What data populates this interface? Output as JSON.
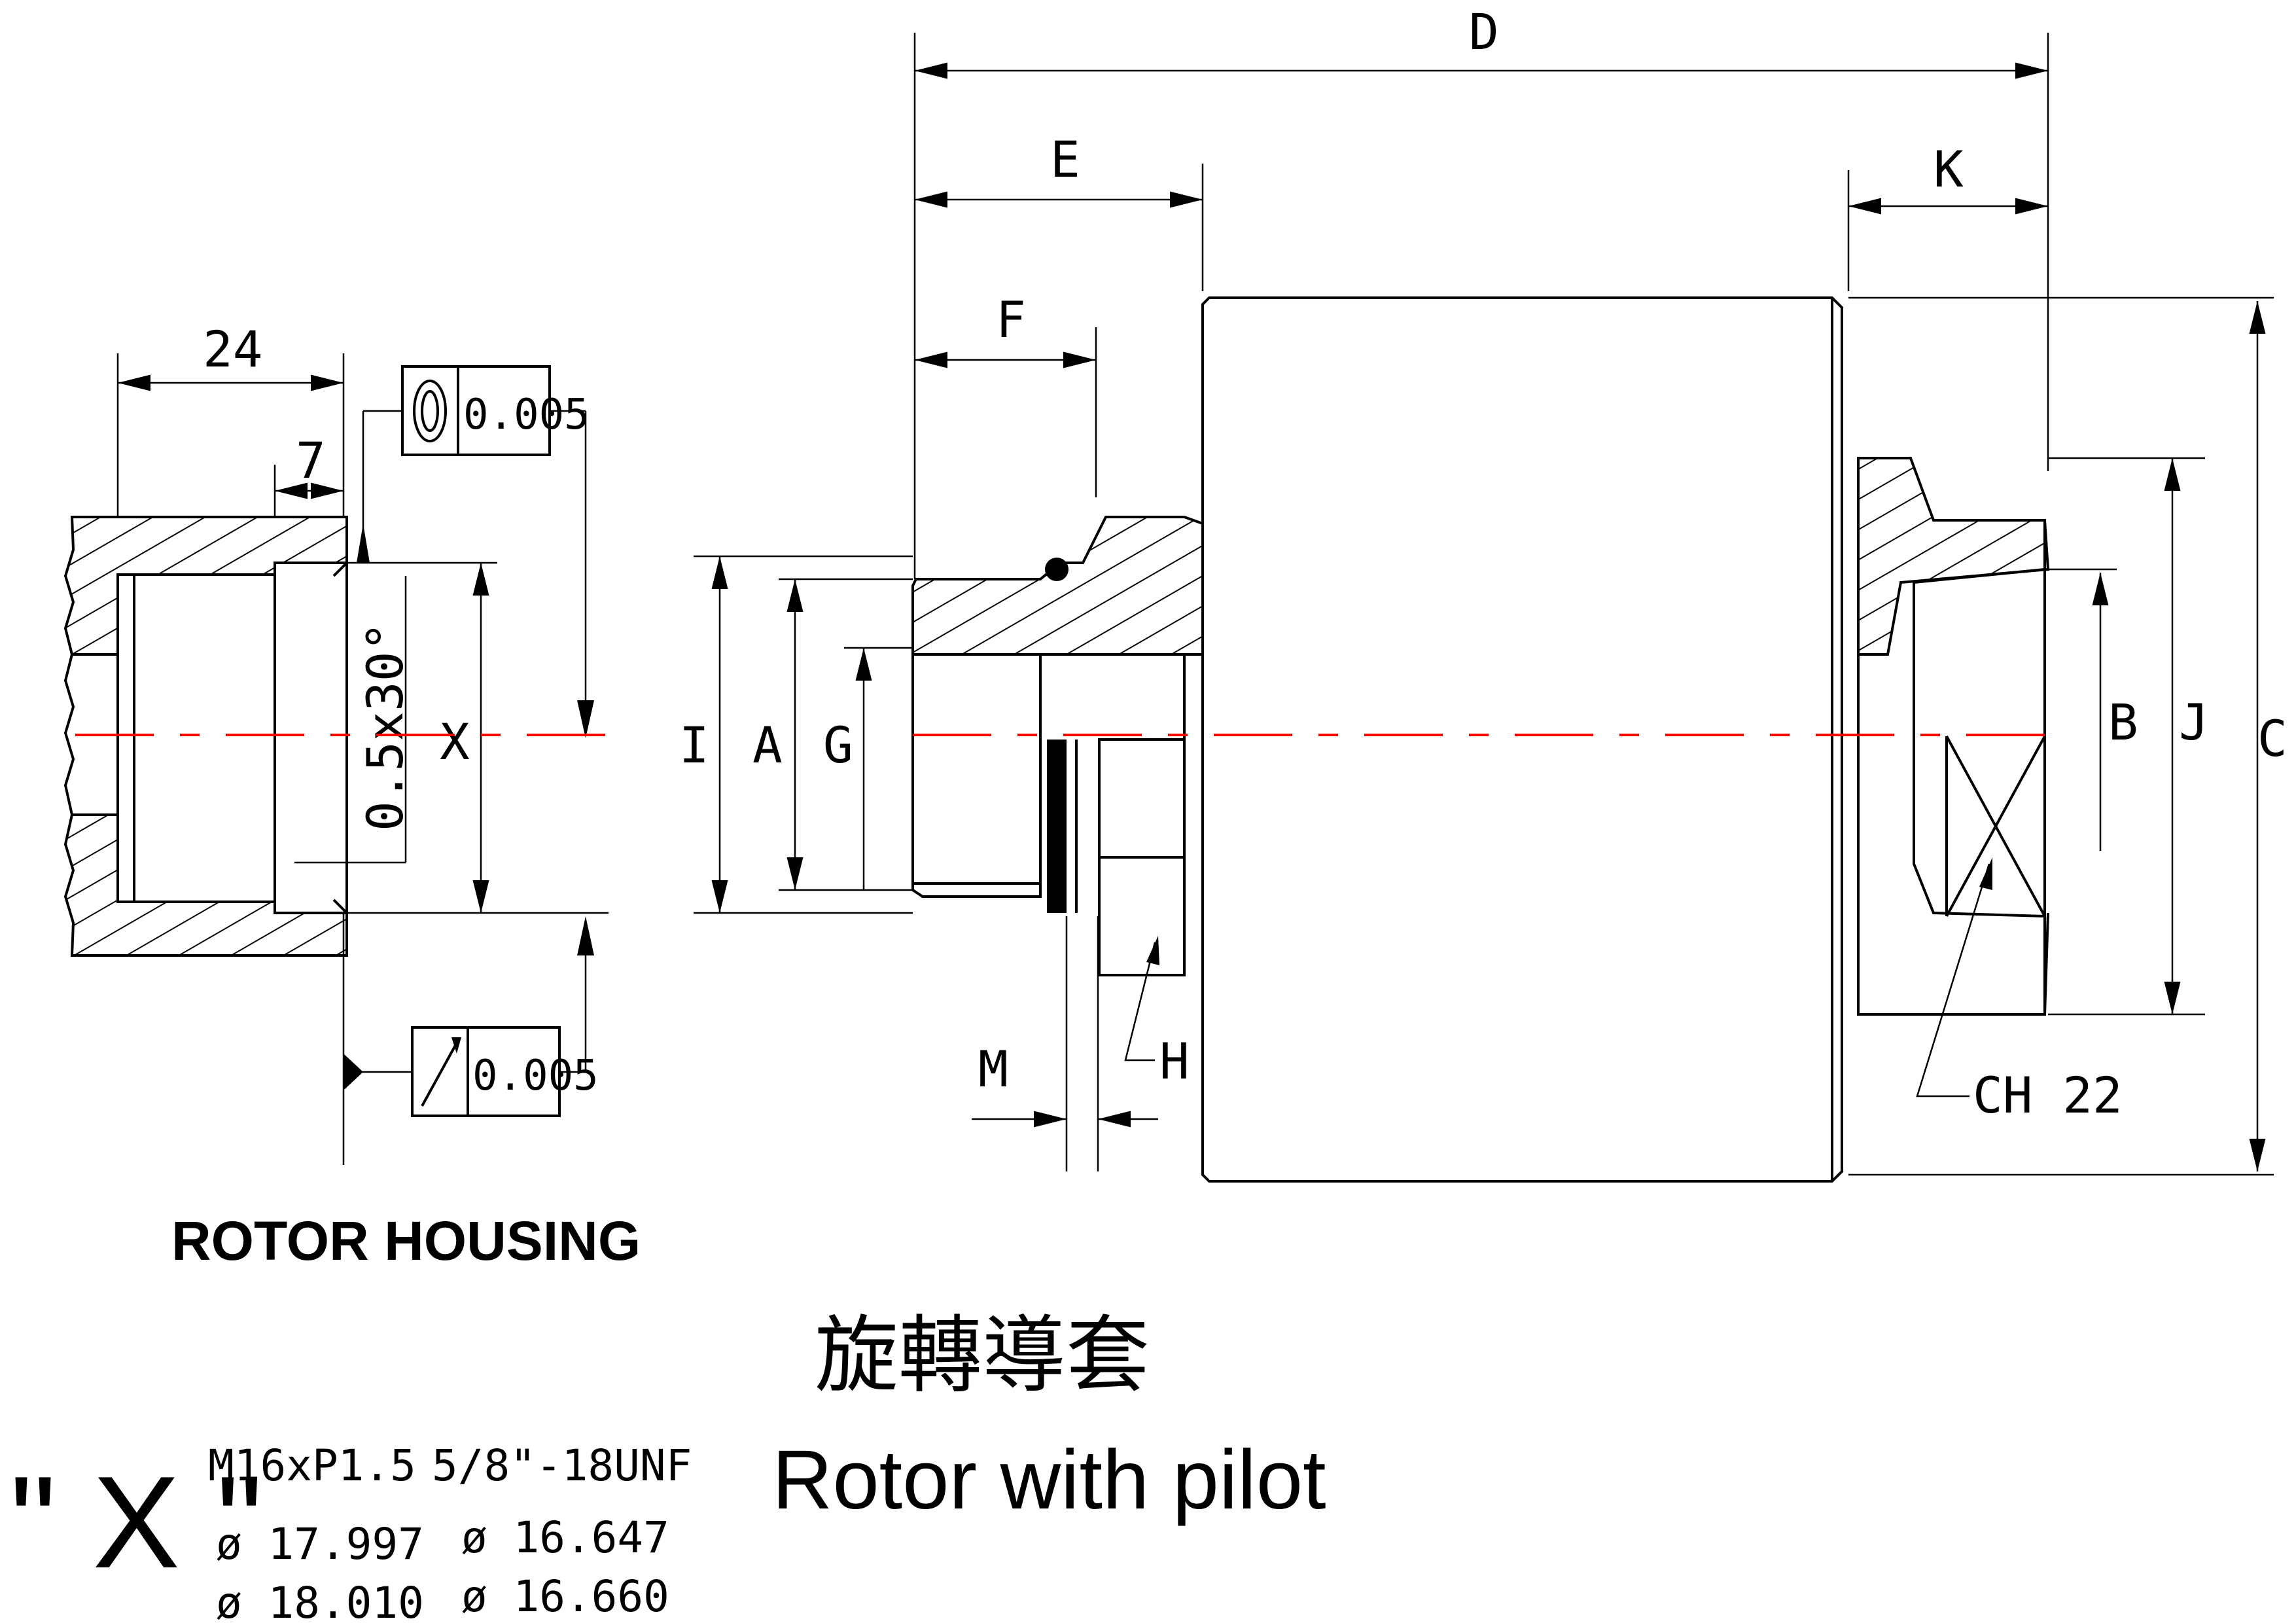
{
  "housing": {
    "title": "ROTOR HOUSING",
    "dim_width": "24",
    "dim_chamfer_len": "7",
    "chamfer_note": "0.5x30°",
    "bore_label": "X",
    "concentricity_value": "0.005",
    "runout_value": "0.005"
  },
  "rotor": {
    "title_cn": "旋轉導套",
    "title_en": "Rotor with pilot",
    "dims": {
      "D": "D",
      "E": "E",
      "F": "F",
      "K": "K",
      "I": "I",
      "A": "A",
      "G": "G",
      "B": "B",
      "J": "J",
      "C": "C",
      "M": "M",
      "H": "H",
      "CH": "CH 22"
    }
  },
  "x_table": {
    "label": "\" X \"",
    "col1_header": "M16xP1.5",
    "col1_values": [
      "ø 17.997",
      "ø 18.010"
    ],
    "col2_header": "5/8\"-18UNF",
    "col2_values": [
      "ø 16.647",
      "ø 16.660"
    ]
  },
  "colors": {
    "centerline": "#ff0000",
    "line": "#000000"
  }
}
